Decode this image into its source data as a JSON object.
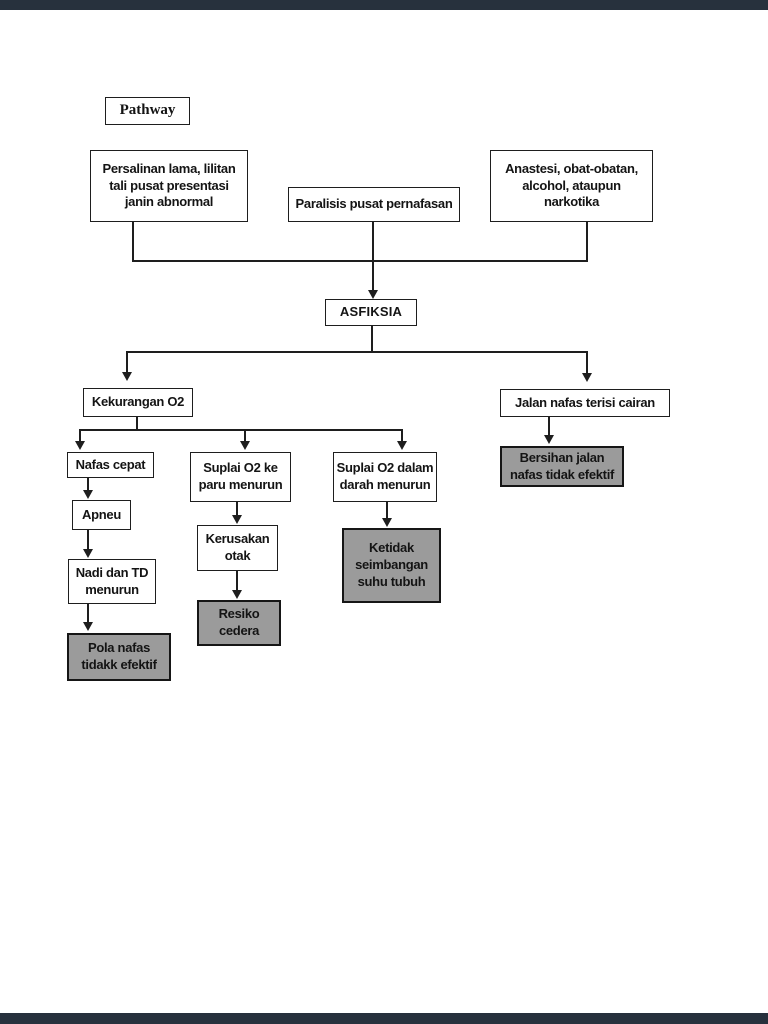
{
  "page": {
    "background": "#ffffff",
    "viewer_bar_color": "#27313d",
    "box_fill_white": "#ffffff",
    "box_fill_gray": "#9b9b9b",
    "line_color": "#1e1e1e",
    "text_color": "#141414"
  },
  "title_box": {
    "label": "Pathway"
  },
  "nodes": {
    "persalinan": {
      "label": "Persalinan lama, lilitan\ntali pusat presentasi\njanin abnormal",
      "style": "white"
    },
    "paralisis": {
      "label": "Paralisis pusat pernafasan",
      "style": "white"
    },
    "anastesi": {
      "label": "Anastesi, obat-obatan,\nalcohol, ataupun\nnarkotika",
      "style": "white"
    },
    "asfiksia": {
      "label": "ASFIKSIA",
      "style": "white"
    },
    "kekurangan_o2": {
      "label": "Kekurangan O2",
      "style": "white"
    },
    "jalan_nafas": {
      "label": "Jalan nafas terisi cairan",
      "style": "white"
    },
    "nafas_cepat": {
      "label": "Nafas cepat",
      "style": "white"
    },
    "suplai_o2_paru": {
      "label": "Suplai O2 ke\nparu menurun",
      "style": "white"
    },
    "suplai_o2_darah": {
      "label": "Suplai O2 dalam\ndarah menurun",
      "style": "white"
    },
    "bersihan_jalan": {
      "label": "Bersihan jalan\nnafas tidak efektif",
      "style": "gray"
    },
    "apneu": {
      "label": "Apneu",
      "style": "white"
    },
    "kerusakan_otak": {
      "label": "Kerusakan\notak",
      "style": "white"
    },
    "ketidak_seimbangan": {
      "label": "Ketidak\nseimbangan\nsuhu tubuh",
      "style": "gray"
    },
    "nadi_td": {
      "label": "Nadi dan TD\nmenurun",
      "style": "white"
    },
    "resiko_cedera": {
      "label": "Resiko\ncedera",
      "style": "gray"
    },
    "pola_nafas": {
      "label": "Pola nafas\ntidakk efektif",
      "style": "gray"
    }
  },
  "edges": [
    {
      "from": "persalinan",
      "to": "asfiksia"
    },
    {
      "from": "paralisis",
      "to": "asfiksia"
    },
    {
      "from": "anastesi",
      "to": "asfiksia"
    },
    {
      "from": "asfiksia",
      "to": "kekurangan_o2"
    },
    {
      "from": "asfiksia",
      "to": "jalan_nafas"
    },
    {
      "from": "kekurangan_o2",
      "to": "nafas_cepat"
    },
    {
      "from": "kekurangan_o2",
      "to": "suplai_o2_paru"
    },
    {
      "from": "kekurangan_o2",
      "to": "suplai_o2_darah"
    },
    {
      "from": "nafas_cepat",
      "to": "apneu"
    },
    {
      "from": "apneu",
      "to": "nadi_td"
    },
    {
      "from": "nadi_td",
      "to": "pola_nafas"
    },
    {
      "from": "suplai_o2_paru",
      "to": "kerusakan_otak"
    },
    {
      "from": "kerusakan_otak",
      "to": "resiko_cedera"
    },
    {
      "from": "suplai_o2_darah",
      "to": "ketidak_seimbangan"
    },
    {
      "from": "jalan_nafas",
      "to": "bersihan_jalan"
    }
  ]
}
